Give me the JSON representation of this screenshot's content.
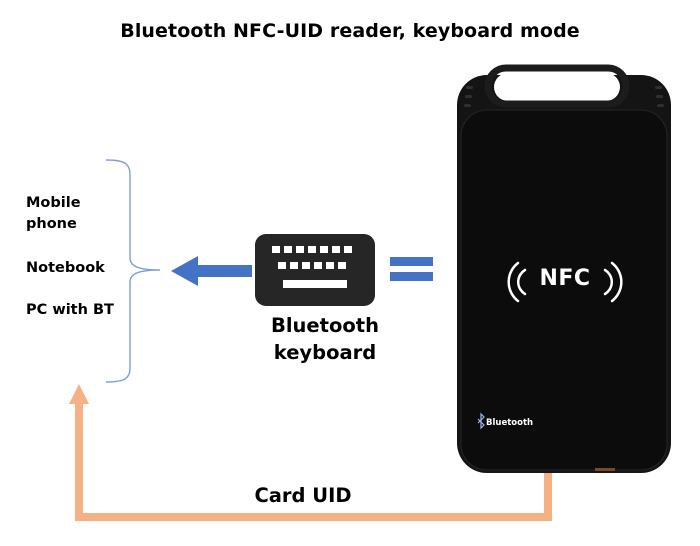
{
  "title": "Bluetooth NFC-UID reader, keyboard mode",
  "devices": {
    "mobile": "Mobile phone",
    "notebook": "Notebook",
    "pc": "PC with BT"
  },
  "keyboard_label": "Bluetooth keyboard",
  "uid_label": "Card UID",
  "reader": {
    "nfc_text": "NFC",
    "bluetooth_text": "Bluetooth"
  },
  "colors": {
    "bracket": "#7f9fd1",
    "arrow_blue": "#4472c4",
    "uid_line": "#f4b183",
    "keyboard_body": "#262626",
    "reader_body": "#0e0e0e"
  },
  "icons": [
    "keyboard-icon",
    "equals-icon",
    "left-arrow-icon",
    "bracket-icon",
    "nfc-wave-icon",
    "bluetooth-icon"
  ]
}
